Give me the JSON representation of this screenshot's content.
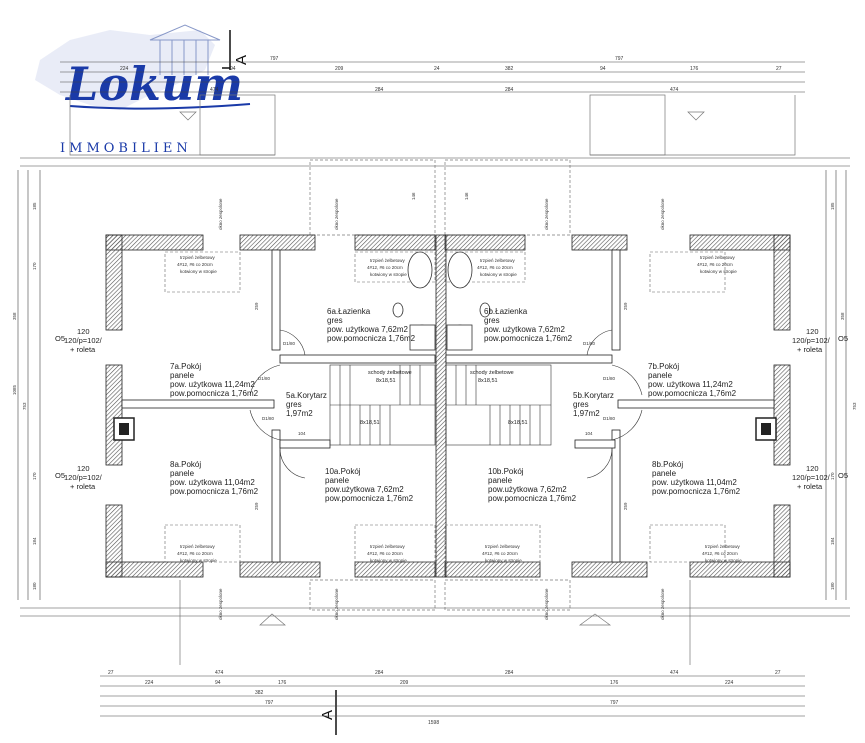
{
  "logo": {
    "name": "Lokum",
    "subtitle": "IMMOBILIEN"
  },
  "section_marks": {
    "top": "A",
    "bottom": "A"
  },
  "rooms": [
    {
      "lines": [
        "6a.Łazienka",
        "gres",
        "pow. użytkowa 7,62m2",
        "pow.pomocnicza 1,76m2"
      ]
    },
    {
      "lines": [
        "6b.Łazienka",
        "gres",
        "pow. użytkowa 7,62m2",
        "pow.pomocnicza 1,76m2"
      ]
    },
    {
      "lines": [
        "7a.Pokój",
        "panele",
        "pow. użytkowa 11,24m2",
        "pow.pomocnicza 1,76m2"
      ]
    },
    {
      "lines": [
        "7b.Pokój",
        "panele",
        "pow. użytkowa 11,24m2",
        "pow.pomocnicza 1,76m2"
      ]
    },
    {
      "lines": [
        "5a.Korytarz",
        "gres",
        "1,97m2"
      ]
    },
    {
      "lines": [
        "5b.Korytarz",
        "gres",
        "1,97m2"
      ]
    },
    {
      "lines": [
        "8a.Pokój",
        "panele",
        "pow. użytkowa 11,04m2",
        "pow.pomocnicza 1,76m2"
      ]
    },
    {
      "lines": [
        "8b.Pokój",
        "panele",
        "pow. użytkowa 11,04m2",
        "pow.pomocnicza 1,76m2"
      ]
    },
    {
      "lines": [
        "10a.Pokój",
        "panele",
        "pow.użytkowa 7,62m2",
        "pow.pomocnicza 1,76m2"
      ]
    },
    {
      "lines": [
        "10b.Pokój",
        "panele",
        "pow.użytkowa 7,62m2",
        "pow.pomocnicza 1,76m2"
      ]
    }
  ],
  "windows": {
    "w1": [
      "O5",
      "120",
      "120/p=102/",
      "+ roleta"
    ],
    "w2": [
      "O5",
      "120",
      "120/p=102/",
      "+ roleta"
    ],
    "w3": [
      "O5",
      "120",
      "120/p=102/",
      "+ roleta"
    ],
    "w4": [
      "O5",
      "120",
      "120/p=102/",
      "+ roleta"
    ]
  },
  "stairs": {
    "label": "schody żelbetowe",
    "steps_a": "8x18,51",
    "steps_b": "8x18,51"
  },
  "doors": {
    "d1": "D1/80",
    "d2": "D1/80",
    "d3": "D1/80",
    "d4": "D1/80",
    "d5": "D1/80",
    "d6": "D1/80"
  },
  "beam_notes": [
    "trzpień żelbetowy",
    "4#12, #6 co 20cm",
    "kotwiony w stropie"
  ],
  "okno_label": "okno zespolone",
  "dimensions": {
    "top_row1": [
      "797",
      "797"
    ],
    "top_row2": [
      "224",
      "94",
      "176",
      "209",
      "94",
      "382",
      "94",
      "176"
    ],
    "top_row3": [
      "474",
      "284",
      "284",
      "474"
    ],
    "top_row4": [
      "27",
      "24",
      "24",
      "27"
    ],
    "bottom_row1": [
      "27",
      "24",
      "24",
      "27"
    ],
    "bottom_row2": [
      "474",
      "284",
      "284",
      "474"
    ],
    "bottom_row3": [
      "224",
      "94",
      "176",
      "382",
      "94",
      "209",
      "176",
      "94",
      "224"
    ],
    "bottom_row4": [
      "797",
      "797"
    ],
    "bottom_total": "1598",
    "left_col": [
      "27",
      "185",
      "27",
      "358",
      "753",
      "170",
      "184",
      "24",
      "180",
      "27"
    ],
    "right_col": [
      "27",
      "185",
      "27",
      "358",
      "753",
      "170",
      "184",
      "24",
      "180",
      "27"
    ],
    "left_total": "1085",
    "interior": [
      "259",
      "259",
      "259",
      "259",
      "104",
      "104",
      "146",
      "146",
      "95",
      "95"
    ]
  }
}
